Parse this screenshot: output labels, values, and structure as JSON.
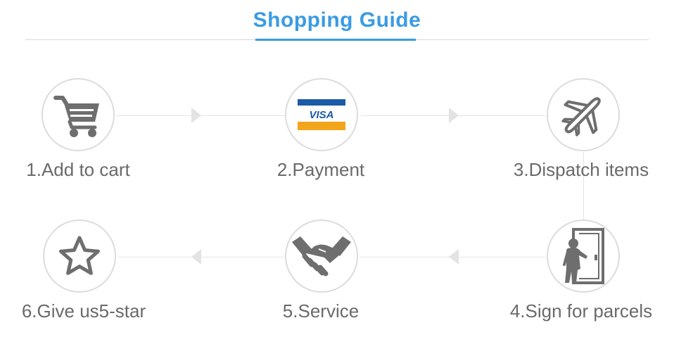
{
  "header": {
    "title": "Shopping Guide"
  },
  "steps": [
    {
      "label": "1.Add to cart",
      "icon": "shopping-cart-icon"
    },
    {
      "label": "2.Payment",
      "icon": "visa-card-icon",
      "card_text": "VISA"
    },
    {
      "label": "3.Dispatch items",
      "icon": "airplane-icon"
    },
    {
      "label": "4.Sign for parcels",
      "icon": "person-door-icon"
    },
    {
      "label": "5.Service",
      "icon": "handshake-icon"
    },
    {
      "label": "6.Give us5-star",
      "icon": "star-icon"
    }
  ],
  "colors": {
    "accent": "#3a9be3",
    "icon": "#6e6e6e",
    "text": "#6a6a6a",
    "visa_blue": "#1a5aa6",
    "visa_gold": "#f2a51a"
  }
}
